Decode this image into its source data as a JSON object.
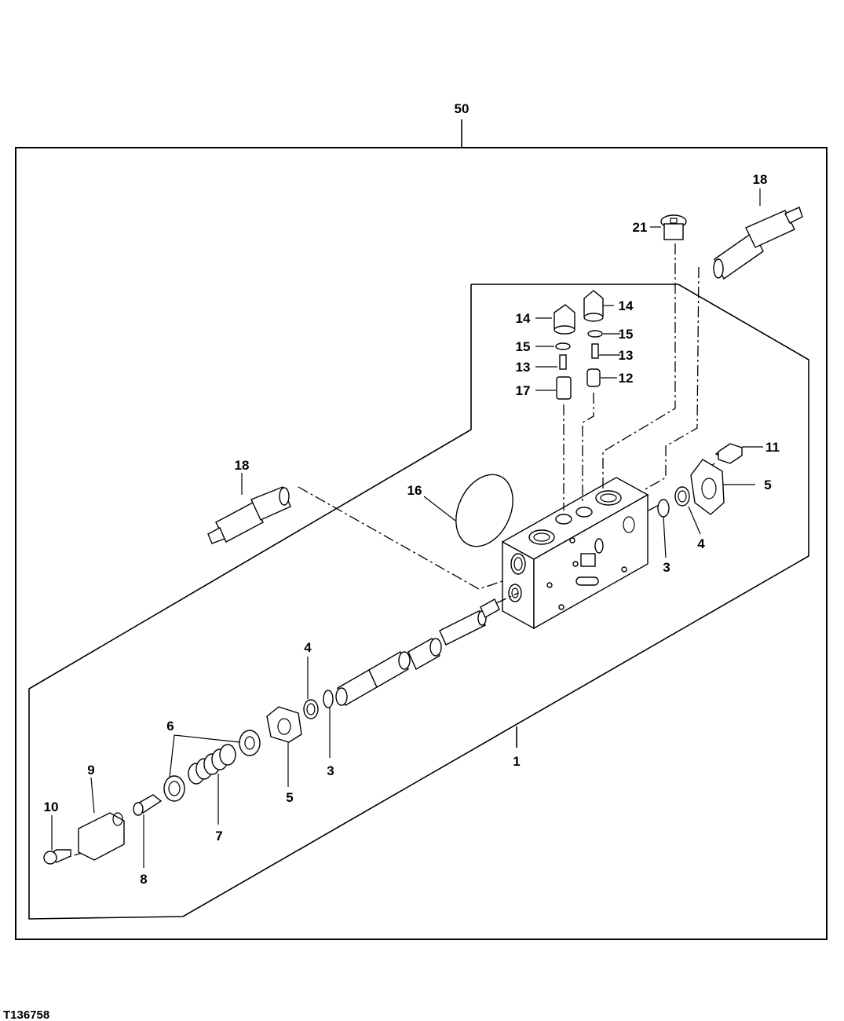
{
  "figure_id": "T136758",
  "callouts": {
    "c50": "50",
    "c21": "21",
    "c18_top": "18",
    "c14_left": "14",
    "c14_right": "14",
    "c15_left": "15",
    "c15_right": "15",
    "c13_left": "13",
    "c13_right": "13",
    "c17": "17",
    "c12": "12",
    "c11": "11",
    "c5_right": "5",
    "c4_right": "4",
    "c3_right": "3",
    "c16": "16",
    "c18_left": "18",
    "c4_left": "4",
    "c3_left": "3",
    "c6": "6",
    "c5_left": "5",
    "c9": "9",
    "c10": "10",
    "c7": "7",
    "c8": "8",
    "c1": "1"
  }
}
